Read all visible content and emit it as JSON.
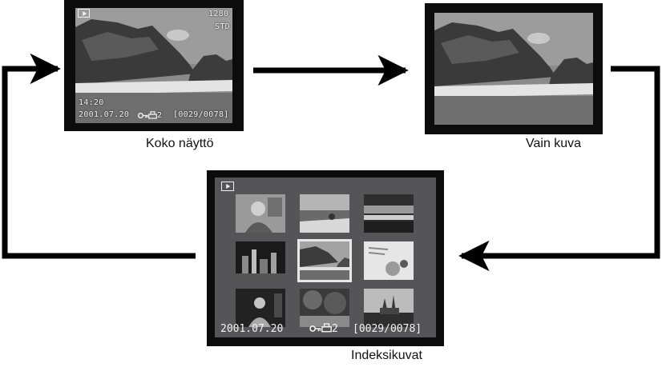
{
  "screens": {
    "full_display": {
      "caption": "Koko näyttö",
      "osd": {
        "resolution": "1280",
        "quality": "STD",
        "time": "14:20",
        "date": "2001.07.20",
        "protect_print": "2",
        "frame_counter": "[0029/0078]"
      }
    },
    "image_only": {
      "caption": "Vain kuva"
    },
    "index": {
      "caption": "Indeksikuvat",
      "footer": {
        "date": "2001.07.20",
        "protect_print": "2",
        "frame_counter": "[0029/0078]"
      },
      "thumbnails": [
        "person-portrait",
        "beach-scene",
        "sea-horizon",
        "city-night",
        "coast-landscape",
        "food-table",
        "person-night",
        "trees-scene",
        "cathedral"
      ],
      "selected_index": 4
    }
  },
  "colors": {
    "frame": "#0c0c0c",
    "index_background": "#555557",
    "arrow": "#000000"
  }
}
